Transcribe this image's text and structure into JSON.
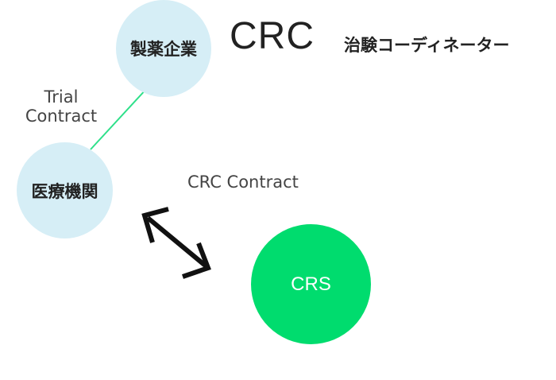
{
  "nodes": {
    "pharma": "製薬企業",
    "medical": "医療機関",
    "crs": "CRS"
  },
  "title": {
    "main": "CRC",
    "sub": "治験コーディネーター"
  },
  "labels": {
    "trial_line1": "Trial",
    "trial_line2": "Contract",
    "crc_contract": "CRC Contract"
  },
  "colors": {
    "light_circle": "#d6eef6",
    "crs_circle": "#00dc6e",
    "connector_line": "#2ee08a",
    "arrow": "#111111"
  }
}
